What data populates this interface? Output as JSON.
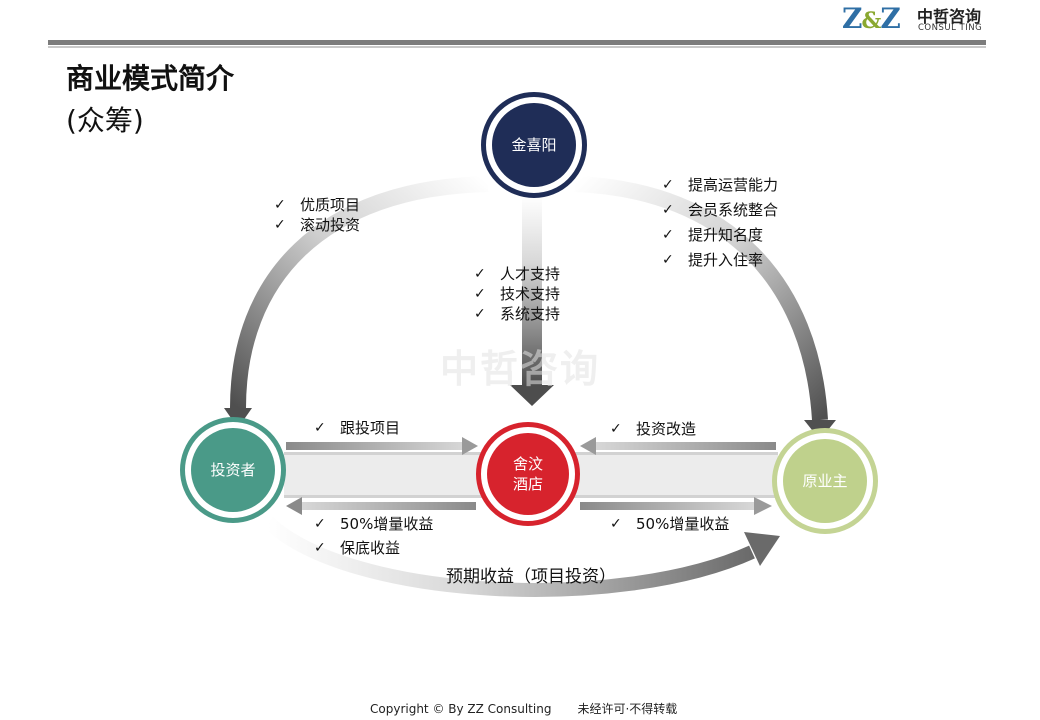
{
  "header": {
    "logo_left": "Z",
    "logo_amp": "&",
    "logo_right": "Z",
    "logo_cn": "中哲咨询",
    "logo_en": "CONSUL TING"
  },
  "slide": {
    "title": "商业模式简介",
    "subtitle": "(众筹)"
  },
  "nodes": {
    "top": "金喜阳",
    "left": "投资者",
    "center_line1": "舍汶",
    "center_line2": "酒店",
    "right": "原业主"
  },
  "lists": {
    "top_left": [
      "优质项目",
      "滚动投资"
    ],
    "top_center": [
      "人才支持",
      "技术支持",
      "系统支持"
    ],
    "top_right": [
      "提高运营能力",
      "会员系统整合",
      "提升知名度",
      "提升入住率"
    ],
    "mid_left": [
      "跟投项目"
    ],
    "mid_right": [
      "投资改造"
    ],
    "bottom_left": [
      "50%增量收益",
      "保底收益"
    ],
    "bottom_right": [
      "50%增量收益"
    ]
  },
  "check_mark": "✓",
  "bottom_label": "预期收益（项目投资）",
  "watermark": "中哲咨询",
  "footer": {
    "copyright": "Copyright © By  ZZ Consulting",
    "notice": "未经许可·不得转载"
  },
  "colors": {
    "top_node": "#1f2d57",
    "left_node": "#4a9a88",
    "center_node": "#d7232d",
    "right_node": "#bfd18c",
    "arrow_dark": "#555555"
  }
}
